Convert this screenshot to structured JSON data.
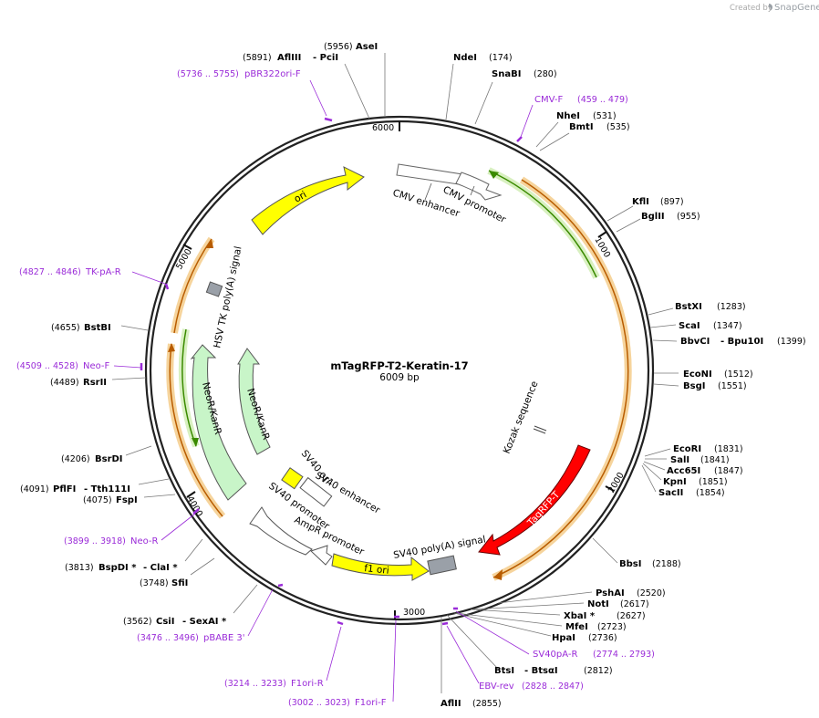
{
  "credit": {
    "created_by": "Created by",
    "brand": "SnapGene"
  },
  "plasmid": {
    "name": "mTagRFP-T2-Keratin-17",
    "size": "6009 bp"
  },
  "ticks": [
    "6000",
    "1000",
    "2000",
    "3000",
    "4000",
    "5000"
  ],
  "features": {
    "cmv_enhancer": "CMV enhancer",
    "cmv_promoter": "CMV promoter",
    "ori": "ori",
    "hsv_tk": "HSV TK poly(A) signal",
    "neor_outer": "NeoR/KanR",
    "neor_inner": "NeoR/KanR",
    "sv40_ori": "SV40 ori",
    "sv40_enhancer": "SV40 enhancer",
    "sv40_promoter": "SV40 promoter",
    "ampr_promoter": "AmpR promoter",
    "f1_ori": "f1 ori",
    "sv40_polya": "SV40 poly(A) signal",
    "tagrfp": "TagRFP-T",
    "kozak": "Kozak sequence"
  },
  "enzymes": [
    {
      "id": "asei",
      "name": "AseI",
      "pos": "(5956)"
    },
    {
      "id": "afliii",
      "name": "AflIII",
      "pos": "(5891)"
    },
    {
      "id": "pcii",
      "name": "- PciI",
      "pos": ""
    },
    {
      "id": "ndei",
      "name": "NdeI",
      "pos": "(174)"
    },
    {
      "id": "snabi",
      "name": "SnaBI",
      "pos": "(280)"
    },
    {
      "id": "nhei",
      "name": "NheI",
      "pos": "(531)"
    },
    {
      "id": "bmti",
      "name": "BmtI",
      "pos": "(535)"
    },
    {
      "id": "kfli",
      "name": "KflI",
      "pos": "(897)"
    },
    {
      "id": "bglii",
      "name": "BglII",
      "pos": "(955)"
    },
    {
      "id": "bstxi",
      "name": "BstXI",
      "pos": "(1283)"
    },
    {
      "id": "scai",
      "name": "ScaI",
      "pos": "(1347)"
    },
    {
      "id": "bbvci",
      "name": "BbvCI",
      "pos": "(1399)"
    },
    {
      "id": "bpu10i",
      "name": "- Bpu10I",
      "pos": ""
    },
    {
      "id": "econi",
      "name": "EcoNI",
      "pos": "(1512)"
    },
    {
      "id": "bsgi",
      "name": "BsgI",
      "pos": "(1551)"
    },
    {
      "id": "ecori",
      "name": "EcoRI",
      "pos": "(1831)"
    },
    {
      "id": "sali",
      "name": "SalI",
      "pos": "(1841)"
    },
    {
      "id": "acc65i",
      "name": "Acc65I",
      "pos": "(1847)"
    },
    {
      "id": "kpni",
      "name": "KpnI",
      "pos": "(1851)"
    },
    {
      "id": "sacii",
      "name": "SacII",
      "pos": "(1854)"
    },
    {
      "id": "bbsi",
      "name": "BbsI",
      "pos": "(2188)"
    },
    {
      "id": "pshai",
      "name": "PshAI",
      "pos": "(2520)"
    },
    {
      "id": "noti",
      "name": "NotI",
      "pos": "(2617)"
    },
    {
      "id": "xbai",
      "name": "XbaI *",
      "pos": "(2627)"
    },
    {
      "id": "mfei",
      "name": "MfeI",
      "pos": "(2723)"
    },
    {
      "id": "hpai",
      "name": "HpaI",
      "pos": "(2736)"
    },
    {
      "id": "btsi",
      "name": "BtsI",
      "pos": ""
    },
    {
      "id": "btsai",
      "name": "- BtsαI",
      "pos": "(2812)"
    },
    {
      "id": "aflii",
      "name": "AflII",
      "pos": "(2855)"
    },
    {
      "id": "csii",
      "name": "CsiI",
      "pos": "(3562)"
    },
    {
      "id": "sexai",
      "name": "- SexAI *",
      "pos": ""
    },
    {
      "id": "sfii",
      "name": "SfiI",
      "pos": "(3748)"
    },
    {
      "id": "bspdi",
      "name": "BspDI *",
      "pos": "(3813)"
    },
    {
      "id": "clai",
      "name": "- ClaI *",
      "pos": ""
    },
    {
      "id": "fspi",
      "name": "FspI",
      "pos": "(4075)"
    },
    {
      "id": "pflfi",
      "name": "PflFI",
      "pos": "(4091)"
    },
    {
      "id": "tth111i",
      "name": "- Tth111I",
      "pos": ""
    },
    {
      "id": "bsrdi",
      "name": "BsrDI",
      "pos": "(4206)"
    },
    {
      "id": "rsrii",
      "name": "RsrII",
      "pos": "(4489)"
    },
    {
      "id": "bstbi",
      "name": "BstBI",
      "pos": "(4655)"
    }
  ],
  "primers": [
    {
      "id": "pbr322ori-f",
      "name": "pBR322ori-F",
      "range": "(5736 .. 5755)"
    },
    {
      "id": "cmv-f",
      "name": "CMV-F",
      "range": "(459 .. 479)"
    },
    {
      "id": "tk-pa-r",
      "name": "TK-pA-R",
      "range": "(4827 .. 4846)"
    },
    {
      "id": "neo-f",
      "name": "Neo-F",
      "range": "(4509 .. 4528)"
    },
    {
      "id": "neo-r",
      "name": "Neo-R",
      "range": "(3899 .. 3918)"
    },
    {
      "id": "pbabe3",
      "name": "pBABE 3'",
      "range": "(3476 .. 3496)"
    },
    {
      "id": "f1ori-r",
      "name": "F1ori-R",
      "range": "(3214 .. 3233)"
    },
    {
      "id": "f1ori-f",
      "name": "F1ori-F",
      "range": "(3002 .. 3023)"
    },
    {
      "id": "sv40pa-r",
      "name": "SV40pA-R",
      "range": "(2774 .. 2793)"
    },
    {
      "id": "ebv-rev",
      "name": "EBV-rev",
      "range": "(2828 .. 2847)"
    }
  ],
  "colors": {
    "backbone": "#222222",
    "ori": "#ffff00",
    "neo": "#c8f5c8",
    "tagrfp": "#ff0000",
    "orf_outline": "#f0c070",
    "orf_arrow_orange": "#c06000",
    "orf_arrow_green": "#2e8b00",
    "primer": "#9a2bd8",
    "misc_grey": "#9aa0a8"
  }
}
